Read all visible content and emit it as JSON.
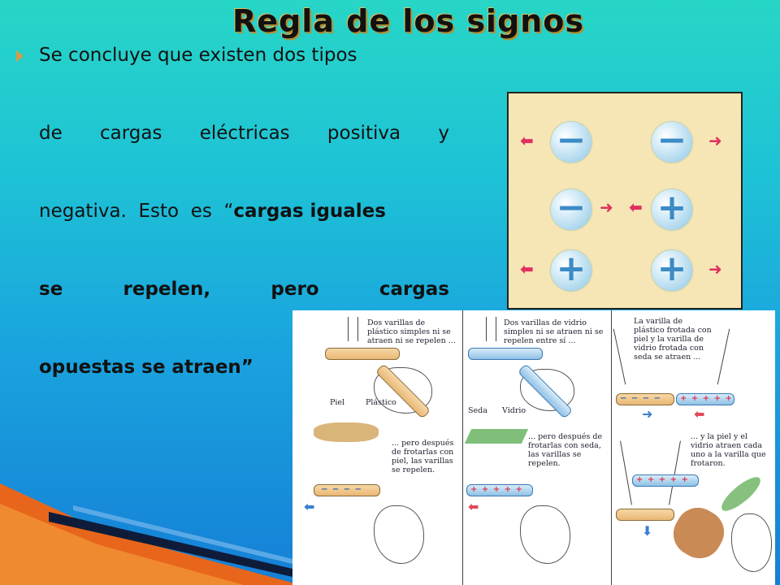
{
  "title": "Regla de los signos",
  "text": {
    "line1": "Se concluye que existen dos tipos",
    "line2": [
      "de",
      "cargas",
      "eléctricas",
      "positiva",
      "y"
    ],
    "line3_pre": "negativa.  Esto  es  “",
    "line3_bold": "cargas iguales",
    "line4": [
      "se",
      "repelen,",
      "pero",
      "cargas"
    ],
    "line5": "opuestas se atraen”"
  },
  "charges_panel": {
    "signs": [
      "−",
      "−",
      "−",
      "+",
      "+",
      "+"
    ],
    "arrow": "➜"
  },
  "rods_figure": {
    "caption_1": "Dos varillas de plástico simples ni se atraen ni se repelen ...",
    "caption_2": "Dos varillas de vidrio simples ni se atraen ni se repelen entre sí ...",
    "caption_3": "La varilla de plástico frotada con piel y la varilla de vidrio frotada con seda se atraen ...",
    "caption_4": "... pero después de frotarlas con piel, las varillas se repelen.",
    "caption_5": "... pero después de frotarlas con seda, las varillas se repelen.",
    "caption_6": "... y la piel y el vidrio atraen cada uno a la varilla que frotaron.",
    "label_piel": "Piel",
    "label_plastico": "Plástico",
    "label_seda": "Seda",
    "label_vidrio": "Vidrio",
    "neg_signs": "− − − −",
    "pos_signs": "+ + + + +"
  },
  "colors": {
    "accent_title_shadow": "#b98b2c",
    "charge_arrow": "#e03060",
    "bg_top": "#27d6c6",
    "bg_bottom": "#157fd6"
  }
}
